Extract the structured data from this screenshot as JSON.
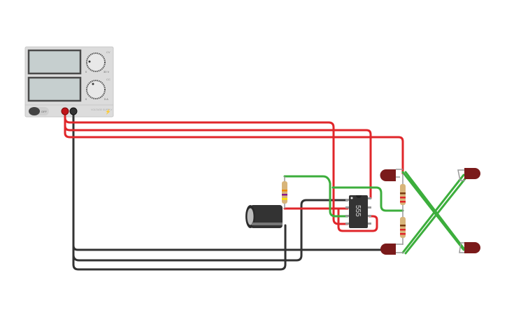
{
  "power_supply": {
    "cv_label": "CV",
    "cc_label": "CC",
    "voltage_min": "0",
    "voltage_max": "30 V",
    "current_min": "0",
    "current_max": "5 A",
    "switch_label": "OFF",
    "brand_label": "VOLTAGE SUPPLY"
  },
  "ic": {
    "label": "555"
  },
  "colors": {
    "red_wire": "#e0262a",
    "black_wire": "#333333",
    "green_wire": "#3cae3c",
    "led": "#7a1a1a",
    "ic_body": "#333333",
    "supply_body": "#d9d9d9",
    "display": "#c7d0d0"
  }
}
